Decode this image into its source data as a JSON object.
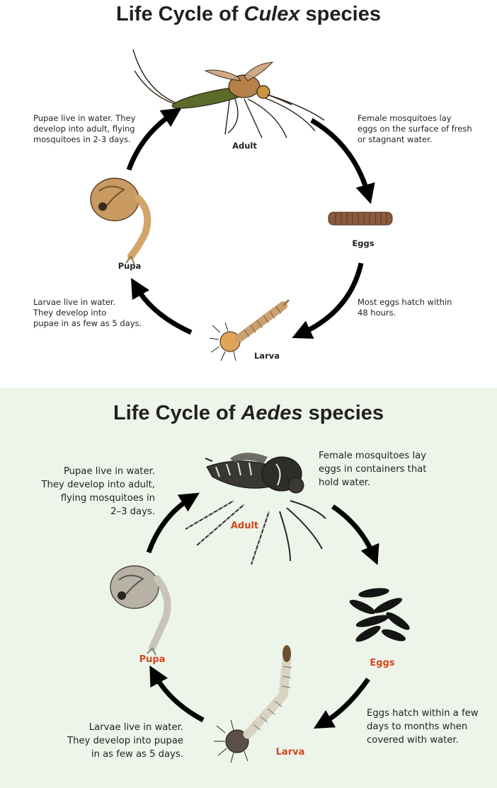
{
  "culex": {
    "title_prefix": "Life Cycle of ",
    "title_genus": "Culex",
    "title_suffix": " species",
    "stages": {
      "adult": "Adult",
      "eggs": "Eggs",
      "larva": "Larva",
      "pupa": "Pupa"
    },
    "notes": {
      "adult_to_eggs": "Female mosquitoes lay\neggs on the surface of fresh\nor stagnant water.",
      "eggs_to_larva": "Most eggs hatch within\n48 hours.",
      "larva_to_pupa": "Larvae live in water.\nThey develop into\npupae in as few as 5 days.",
      "pupa_to_adult": "Pupae live in water. They\ndevelop into adult, flying\nmosquitoes in 2-3 days."
    }
  },
  "aedes": {
    "title_prefix": "Life Cycle of ",
    "title_genus": "Aedes",
    "title_suffix": " species",
    "stages": {
      "adult": "Adult",
      "eggs": "Eggs",
      "larva": "Larva",
      "pupa": "Pupa"
    },
    "notes": {
      "adult_to_eggs": "Female mosquitoes lay\neggs in containers that\nhold water.",
      "eggs_to_larva": "Eggs hatch within a few\ndays to months when\ncovered with water.",
      "larva_to_pupa": "Larvae live in water.\nThey develop into pupae\nin as few as 5 days.",
      "pupa_to_adult": "Pupae live in water.\nThey develop into adult,\nflying mosquitoes in\n2–3 days."
    }
  },
  "colors": {
    "aedes_background": "#edf5ea",
    "aedes_stage_label": "#d2471f",
    "culex_body": "#c08a4a",
    "aedes_body": "#3a3833",
    "arrow": "#000000"
  }
}
